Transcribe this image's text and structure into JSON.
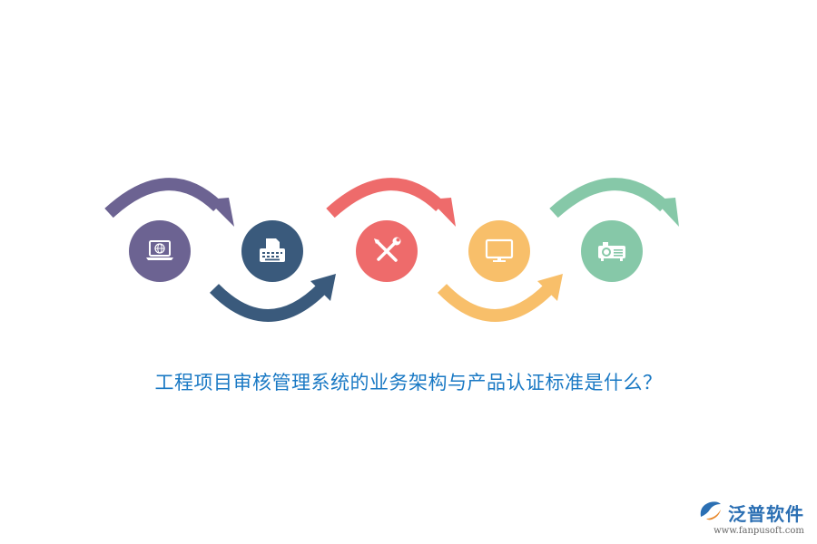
{
  "headline": {
    "text": "工程项目审核管理系统的业务架构与产品认证标准是什么？",
    "color": "#1a79c4"
  },
  "steps": [
    {
      "icon": "laptop-globe-icon",
      "color": "#6c6392"
    },
    {
      "icon": "typewriter-icon",
      "color": "#3a5a7c"
    },
    {
      "icon": "wrench-screwdriver-icon",
      "color": "#ee6b6b"
    },
    {
      "icon": "monitor-icon",
      "color": "#f8bf6a"
    },
    {
      "icon": "projector-icon",
      "color": "#86c8a8"
    }
  ],
  "brand": {
    "name": "泛普软件",
    "url": "www.fanpusoft.com",
    "color": "#2b6fb3",
    "logo_icon": "fanpu-logo-icon"
  }
}
